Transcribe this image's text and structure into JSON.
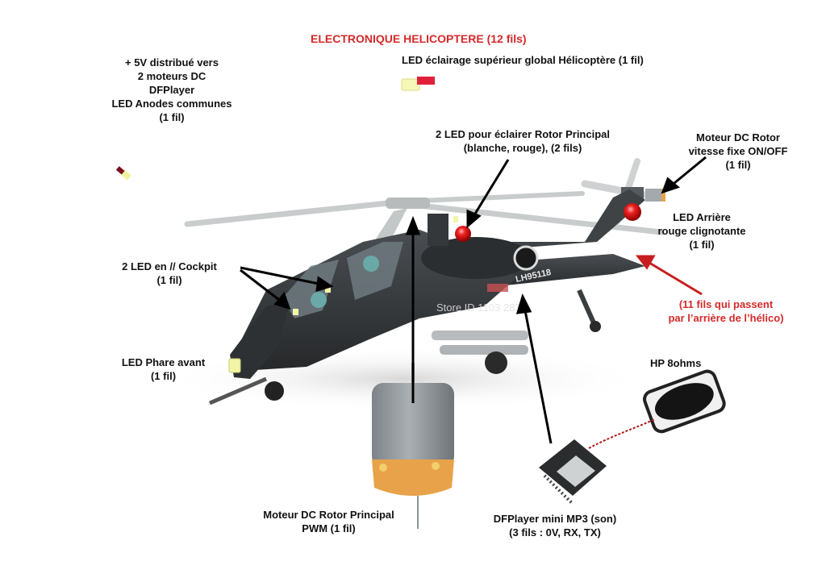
{
  "title": "ELECTRONIQUE HELICOPTERE (12 fils)",
  "colors": {
    "title": "#d42a2a",
    "label": "#111111",
    "arrow": "#000000",
    "wiring_arrow": "#c81e1e",
    "body": "#3a3d40",
    "led_red": "#e01818",
    "led_white": "#f2f5a8",
    "motor_can": "#8e9498",
    "motor_cap": "#e8a24a"
  },
  "labels": {
    "power": [
      "+ 5V distribué vers",
      "2 moteurs DC",
      "DFPlayer",
      "LED Anodes communes",
      "(1 fil)"
    ],
    "top_led": [
      "LED éclairage supérieur global Hélicoptère (1 fil)"
    ],
    "rotor_leds": [
      "2 LED pour éclairer Rotor Principal",
      "(blanche, rouge), (2 fils)"
    ],
    "tail_motor": [
      "Moteur DC Rotor",
      "vitesse fixe ON/OFF",
      "(1 fil)"
    ],
    "rear_led": [
      "LED Arrière",
      "rouge clignotante",
      "(1 fil)"
    ],
    "wires_rear": [
      "(11 fils qui passent",
      "par l’arrière de l’hélico)"
    ],
    "cockpit_leds": [
      "2 LED en // Cockpit",
      "(1 fil)"
    ],
    "headlight": [
      "LED Phare avant",
      "(1 fil)"
    ],
    "speaker": [
      "HP 8ohms"
    ],
    "main_motor": [
      "Moteur DC Rotor Principal",
      "PWM (1 fil)"
    ],
    "dfplayer": [
      "DFPlayer mini MP3 (son)",
      "(3 fils : 0V, RX, TX)"
    ]
  },
  "photo": {
    "tail_number": "LH95118",
    "watermark": "Store ID 1103 2835"
  }
}
